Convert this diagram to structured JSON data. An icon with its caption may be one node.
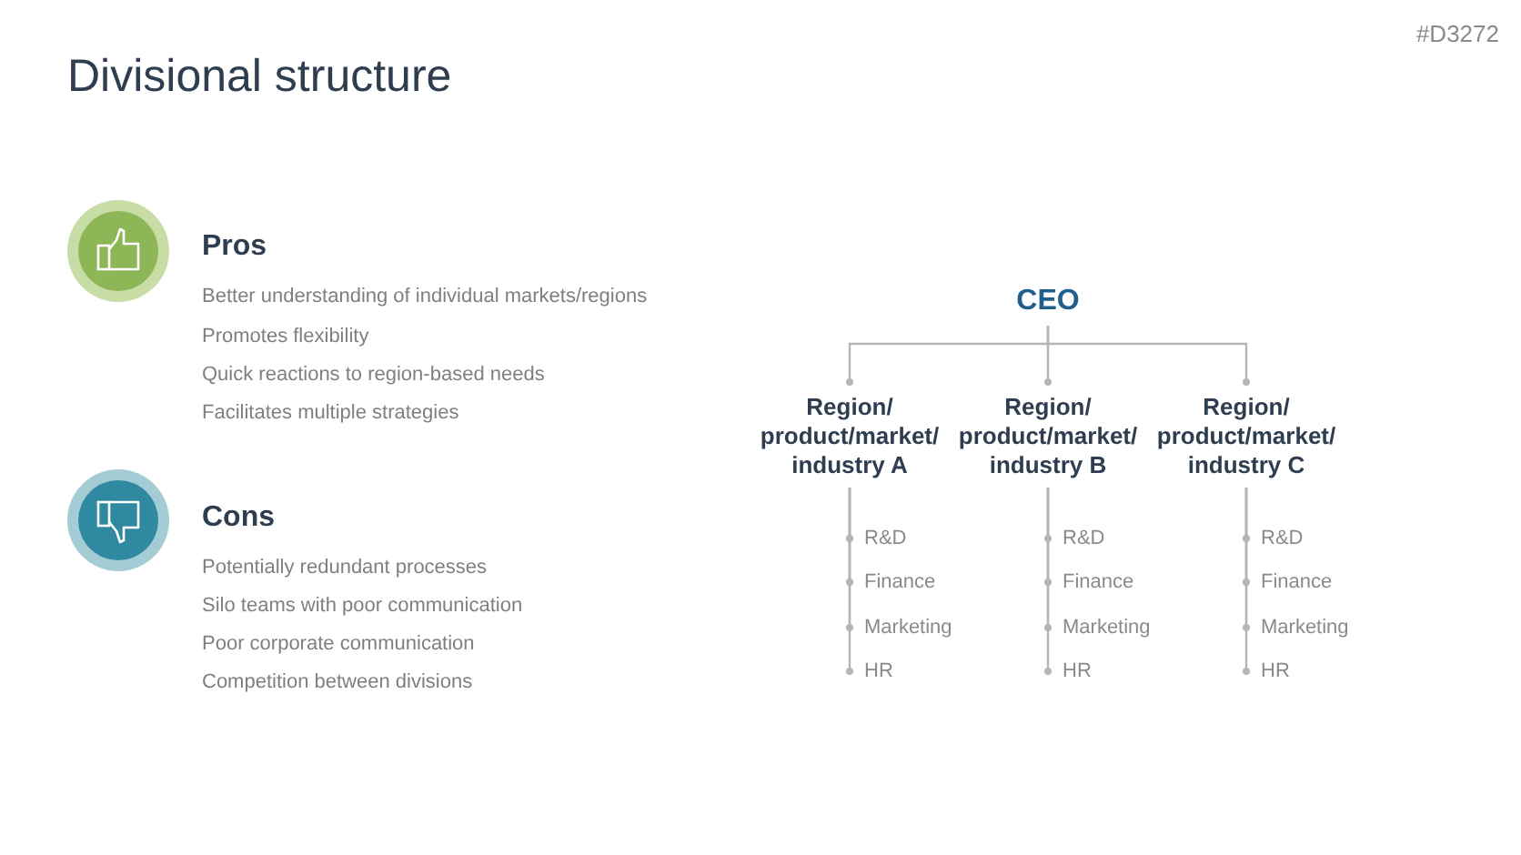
{
  "diagram": {
    "title": "Divisional structure",
    "nodes": [
      {
        "text": [
          "CEO"
        ]
      },
      {
        "text": [
          "Region/ product/market/ industry A"
        ]
      },
      {
        "text": [
          "Region/ product/market/ industry B"
        ]
      },
      {
        "text": [
          "Region/ product/market/ industry C"
        ]
      },
      {
        "text": [
          "R&D"
        ]
      },
      {
        "text": [
          "Finance"
        ]
      },
      {
        "text": [
          "Marketing"
        ]
      },
      {
        "text": [
          "HR"
        ]
      },
      {
        "text": [
          "R&D"
        ]
      },
      {
        "text": [
          "Finance"
        ]
      },
      {
        "text": [
          "Marketing"
        ]
      },
      {
        "text": [
          "HR"
        ]
      },
      {
        "text": [
          "R&D"
        ]
      },
      {
        "text": [
          "Finance"
        ]
      },
      {
        "text": [
          "Marketing"
        ]
      },
      {
        "text": [
          "HR"
        ]
      }
    ],
    "edges": [
      {
        "from": 0,
        "to": 1,
        "arrow": "other"
      },
      {
        "from": 0,
        "to": 2,
        "arrow": "other"
      },
      {
        "from": 0,
        "to": 3,
        "arrow": "other"
      },
      {
        "from": 1,
        "to": 4,
        "arrow": "other"
      },
      {
        "from": 1,
        "to": 5,
        "arrow": "other"
      },
      {
        "from": 1,
        "to": 6,
        "arrow": "other"
      },
      {
        "from": 1,
        "to": 7,
        "arrow": "other"
      },
      {
        "from": 2,
        "to": 8,
        "arrow": "other"
      },
      {
        "from": 2,
        "to": 9,
        "arrow": "other"
      },
      {
        "from": 2,
        "to": 10,
        "arrow": "other"
      },
      {
        "from": 2,
        "to": 11,
        "arrow": "other"
      },
      {
        "from": 3,
        "to": 12,
        "arrow": "other"
      },
      {
        "from": 3,
        "to": 13,
        "arrow": "other"
      },
      {
        "from": 3,
        "to": 14,
        "arrow": "other"
      },
      {
        "from": 3,
        "to": 15,
        "arrow": "other"
      }
    ],
    "labels": [
      "#D3272",
      "Pros",
      "Better understanding of individual markets/regions",
      "Promotes flexibility",
      "Quick reactions to region-based needs",
      "Facilitates multiple strategies",
      "Cons",
      "Potentially redundant processes",
      "Silo teams with poor communication",
      "Poor corporate communication",
      "Competition between divisions"
    ]
  }
}
